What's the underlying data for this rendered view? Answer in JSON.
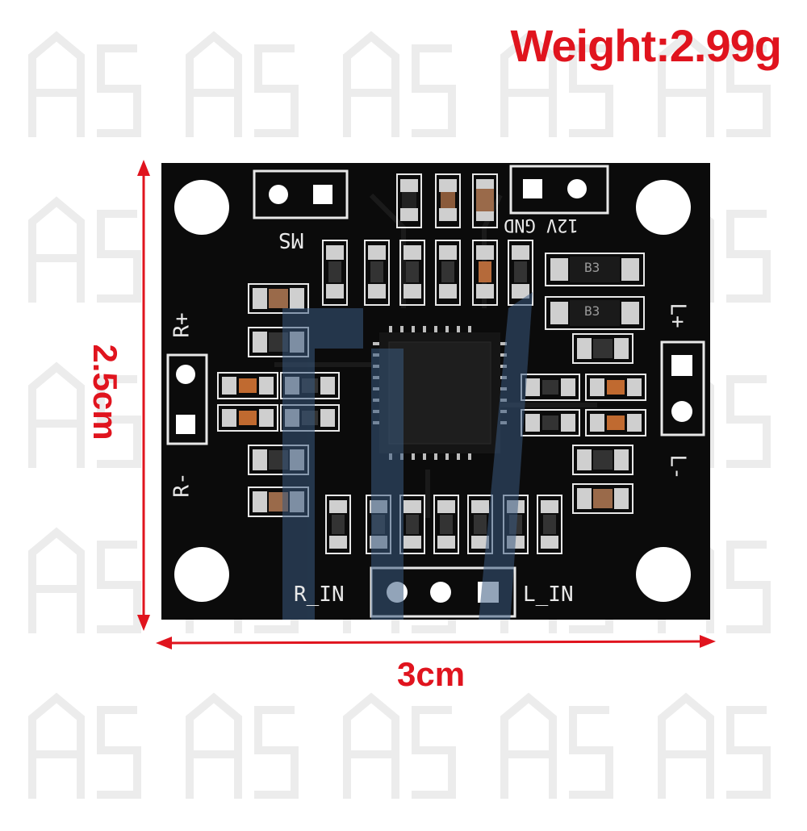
{
  "weight_label": "Weight:2.99g",
  "dimensions": {
    "width_label": "3cm",
    "height_label": "2.5cm"
  },
  "silkscreen": {
    "ms": "MS",
    "power": "12V GND",
    "r_plus": "R+",
    "r_minus": "R-",
    "l_plus": "L+",
    "l_minus": "L-",
    "r_in": "R_IN",
    "l_in": "L_IN",
    "diode_mark": "B3"
  },
  "colors": {
    "accent": "#e0141e",
    "pcb": "#0b0b0b",
    "silkscreen": "#e8e8e8"
  }
}
